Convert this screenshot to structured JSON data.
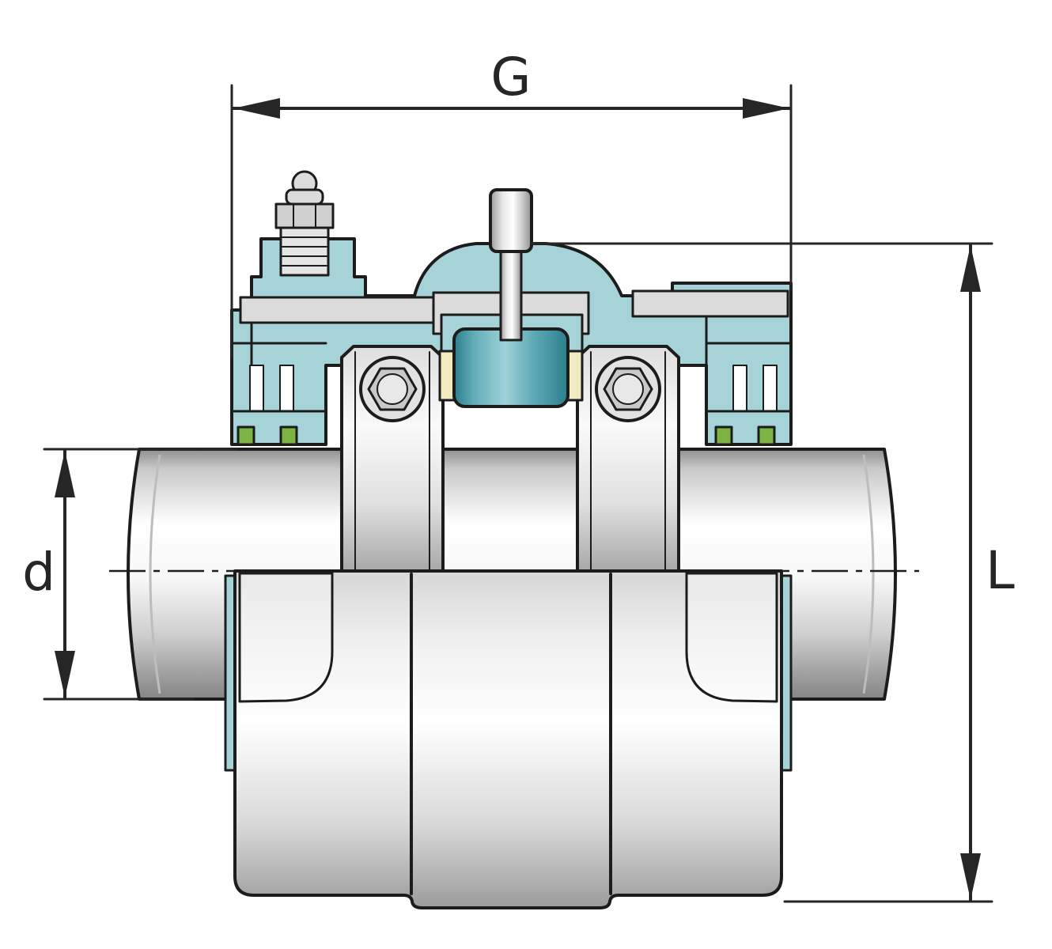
{
  "figure": {
    "dimensions": {
      "width_label": "G",
      "height_label": "L",
      "diameter_label": "d"
    }
  },
  "colors": {
    "outline": "#1c1c1c",
    "dim": "#262626",
    "teal_light": "#a6d3d8",
    "teal_mid": "#57a8b4",
    "teal_dark": "#2c7f8d",
    "green": "#7cb342",
    "cream": "#f1e9c0",
    "metal_light": "#dcdcdc",
    "background": "#ffffff"
  }
}
